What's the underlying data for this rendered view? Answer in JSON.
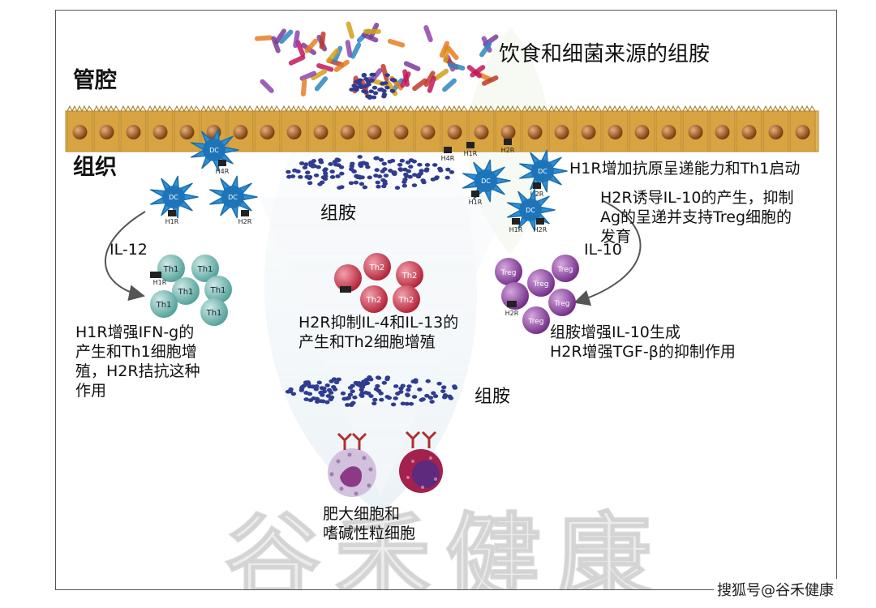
{
  "labels": {
    "lumen": "管腔",
    "tissue": "组织",
    "source": "饮食和细菌来源的组胺",
    "histamine_mid": "组胺",
    "histamine_low": "组胺",
    "il12": "IL-12",
    "il10": "IL-10",
    "h1r_antigen": "H1R增加抗原呈递能力和Th1启动",
    "h2r_il10": "H2R诱导IL-10的产生，抑制\nAg的呈递并支持Treg细胞的\n发育",
    "h1r_ifn": "H1R增强IFN-g的\n产生和Th1细胞增\n殖，H2R拮抗这种\n作用",
    "h2r_th2": "H2R抑制IL-4和IL-13的\n产生和Th2细胞增殖",
    "treg_effect": "组胺增强IL-10生成\nH2R增强TGF-β的抑制作用",
    "mast": "肥大细胞和\n嗜碱性粒细胞",
    "watermark": "谷禾健康",
    "credit": "搜狐号@谷禾健康"
  },
  "cells": {
    "th1": "Th1",
    "th2": "Th2",
    "treg": "Treg",
    "dc": "DC"
  },
  "receptors": {
    "h1r": "H1R",
    "h2r": "H2R",
    "h4r": "H4R"
  },
  "colors": {
    "epithelium": "#d7a441",
    "nucleus": "#8a4a14",
    "dc": "#2f8fd6",
    "th1": "#6fb4ad",
    "th2": "#c42a3f",
    "treg": "#8a3d9e",
    "histamine": "#2f3c8f",
    "mast": "#b9a1c9",
    "basophil": "#a3214d"
  }
}
